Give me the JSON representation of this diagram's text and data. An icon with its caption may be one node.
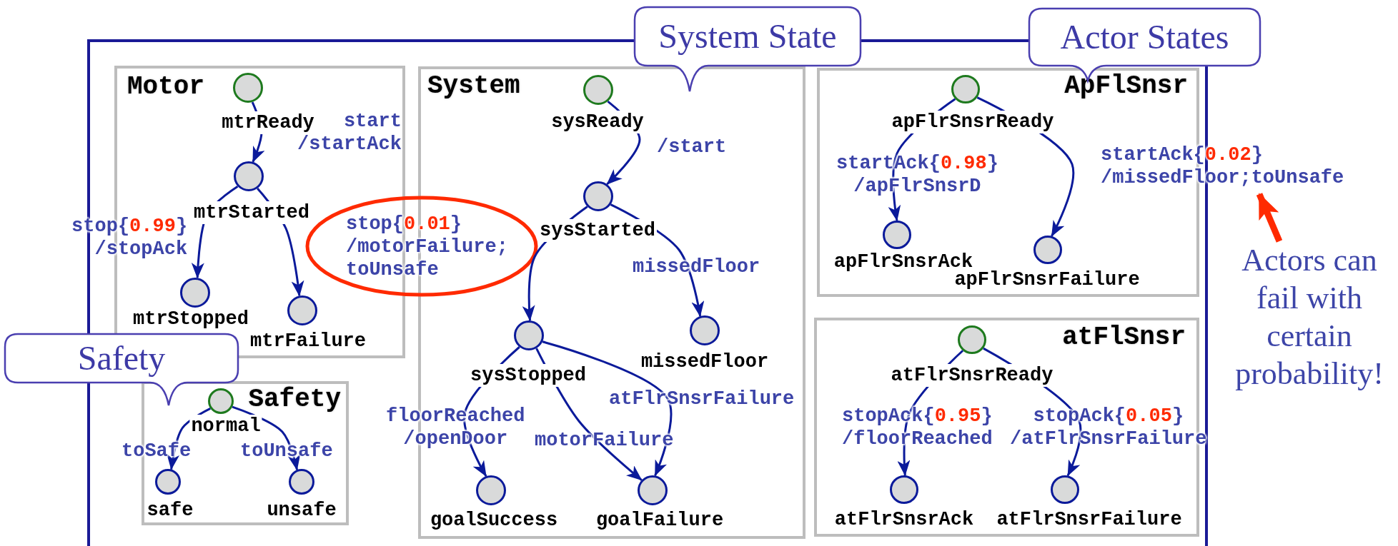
{
  "diagram": {
    "nodes": [
      {
        "text": [],
        "shape": "box"
      },
      {
        "text": [
          "System State"
        ]
      },
      {
        "text": [
          "Actor States"
        ]
      },
      {
        "text": [
          "Motor"
        ],
        "in": 0
      },
      {
        "text": [
          "mtrReady"
        ],
        "in": 3
      },
      {
        "text": [
          "mtrStarted"
        ],
        "in": 3
      },
      {
        "text": [
          "mtrStopped"
        ],
        "in": 3
      },
      {
        "text": [
          "mtrFailure"
        ],
        "in": 3
      },
      {
        "text": [
          "System"
        ],
        "in": 0
      },
      {
        "text": [
          "sysReady"
        ],
        "in": 8
      },
      {
        "text": [
          "sysStarted"
        ],
        "in": 8
      },
      {
        "text": [
          "sysStopped"
        ],
        "in": 8
      },
      {
        "text": [
          "missedFloor"
        ],
        "in": 8
      },
      {
        "text": [
          "goalSuccess"
        ],
        "in": 8
      },
      {
        "text": [
          "goalFailure"
        ],
        "in": 8
      },
      {
        "text": [
          "ApFlSnsr"
        ],
        "in": 0
      },
      {
        "text": [
          "apFlrSnsrReady"
        ],
        "in": 15
      },
      {
        "text": [
          "apFlrSnsrAck"
        ],
        "in": 15
      },
      {
        "text": [
          "apFlrSnsrFailure"
        ],
        "in": 15
      },
      {
        "text": [
          "Actors can fail with certain probability!"
        ]
      },
      {
        "text": [
          "Safety"
        ]
      },
      {
        "text": [
          "Safety"
        ],
        "in": 0
      },
      {
        "text": [
          "normal"
        ],
        "in": 21
      },
      {
        "text": [
          "safe"
        ],
        "in": 21
      },
      {
        "text": [
          "unsafe"
        ],
        "in": 21
      },
      {
        "text": [
          "atFlSnsr"
        ],
        "in": 0
      },
      {
        "text": [
          "atFlrSnsrReady"
        ],
        "in": 25
      },
      {
        "text": [
          "atFlrSnsrAck"
        ],
        "in": 25
      },
      {
        "text": [
          "atFlrSnsrFailure"
        ],
        "in": 25
      }
    ],
    "edges": [
      {
        "from": 4,
        "to": 5,
        "arrow": "to",
        "label": "start /startAck"
      },
      {
        "from": 5,
        "to": 6,
        "arrow": "to",
        "label": "stop{0.99} /stopAck"
      },
      {
        "from": 5,
        "to": 7,
        "arrow": "to",
        "label": "stop{0.01} /motorFailure; toUnsafe"
      },
      {
        "from": 9,
        "to": 10,
        "arrow": "to",
        "label": "/start"
      },
      {
        "from": 10,
        "to": 11,
        "arrow": "to"
      },
      {
        "from": 10,
        "to": 12,
        "arrow": "to",
        "label": "missedFloor"
      },
      {
        "from": 11,
        "to": 13,
        "arrow": "to",
        "label": "floorReached /openDoor"
      },
      {
        "from": 11,
        "to": 14,
        "arrow": "to",
        "label": "motorFailure"
      },
      {
        "from": 11,
        "to": 14,
        "arrow": "to",
        "label": "atFlrSnsrFailure"
      },
      {
        "from": 16,
        "to": 17,
        "arrow": "to",
        "label": "startAck{0.98} /apFlrSnsrD"
      },
      {
        "from": 16,
        "to": 18,
        "arrow": "to",
        "label": "startAck{0.02} /missedFloor;toUnsafe"
      },
      {
        "from": 26,
        "to": 27,
        "arrow": "to",
        "label": "stopAck{0.95} /floorReached"
      },
      {
        "from": 26,
        "to": 28,
        "arrow": "to",
        "label": "stopAck{0.05} /atFlrSnsrFailure"
      },
      {
        "from": 22,
        "to": 23,
        "arrow": "to",
        "label": "toSafe"
      },
      {
        "from": 22,
        "to": 24,
        "arrow": "to",
        "label": "toUnsafe"
      },
      {
        "from": 19,
        "to": null,
        "arrow": "to",
        "style": "thick",
        "color": "#ff2a00"
      }
    ]
  }
}
